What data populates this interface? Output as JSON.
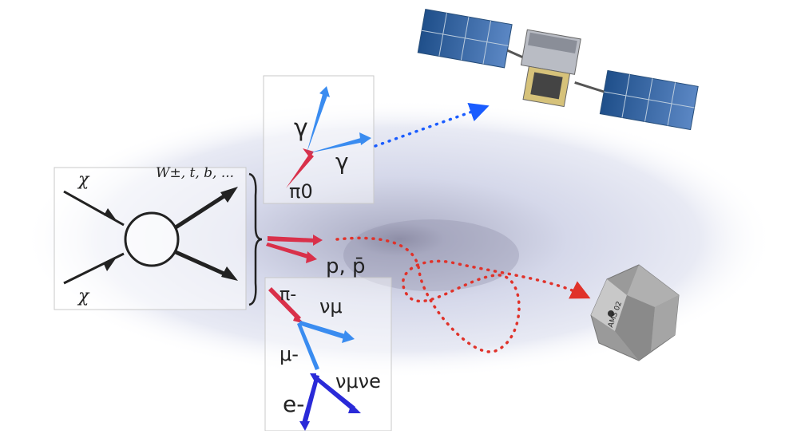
{
  "feynman": {
    "incoming_top": "χ",
    "incoming_bottom": "χ",
    "products": "W±, t, b, ..."
  },
  "gamma_branch": {
    "parent": "π0",
    "photon_top": "γ",
    "photon_right": "γ"
  },
  "proton_branch": {
    "label_p": "p",
    "label_pbar": "p̄"
  },
  "lepton_branch": {
    "pion": "π-",
    "nu_mu": "νμ",
    "muon": "μ-",
    "nu_pair": "νμνe",
    "electron": "e-"
  },
  "detectors": {
    "satellite": "gamma-ray-satellite",
    "ams": "AMS-02",
    "ams_label": "AMS 02"
  },
  "colors": {
    "gamma_path": "#1a5cff",
    "charged_path": "#e0322a",
    "red_arrow": "#d9304a",
    "blue_arrow": "#3a8cf0",
    "dark_blue_arrow": "#2a2ad8"
  }
}
